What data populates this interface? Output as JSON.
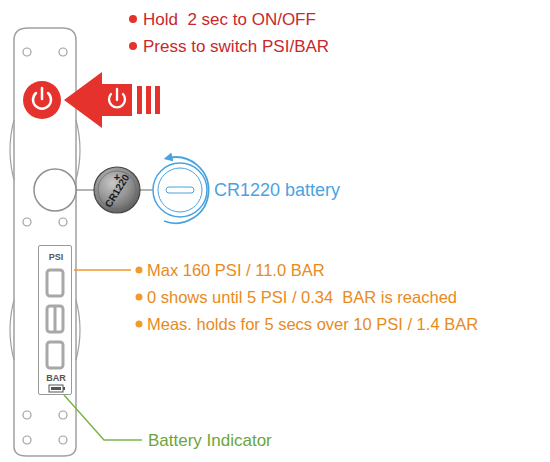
{
  "diagram": {
    "nodes": [
      {
        "text": [
          "+",
          "CR1220"
        ]
      },
      {
        "text": [
          "PSI",
          "BAR"
        ]
      }
    ],
    "labels": [
      "Hold  2 sec to ON/OFF",
      "Press to switch PSI/BAR",
      "CR1220 battery",
      "Max 160 PSI / 11.0 BAR",
      "0 shows until 5 PSI / 0.34  BAR is reached",
      "Meas. holds for 5 secs over 10 PSI / 1.4 BAR",
      "Battery Indicator"
    ]
  }
}
